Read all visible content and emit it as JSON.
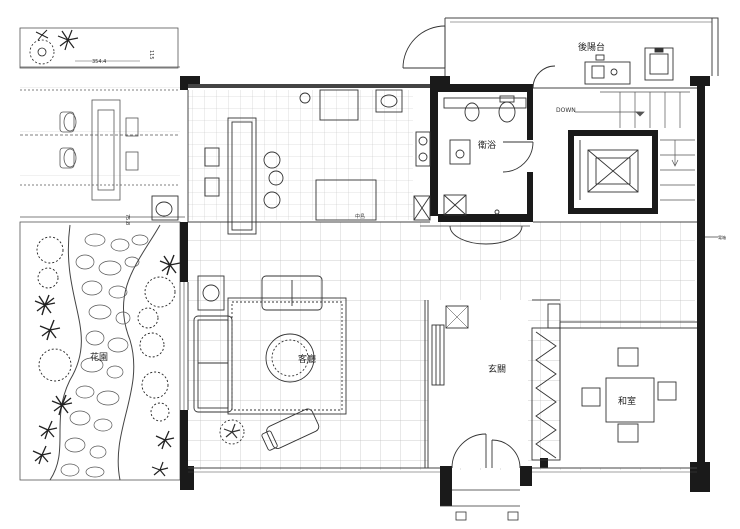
{
  "rooms": {
    "back_balcony": "後陽台",
    "bathroom": "衛浴",
    "garden": "花園",
    "living": "客廳",
    "entrance": "玄關",
    "japanese_room": "和室",
    "partition": "中島"
  },
  "annotations": {
    "down": "DOWN",
    "dim_top": "354.4",
    "dim_side": "115",
    "dim_mid": "75.8",
    "panel_label": "電箱"
  },
  "colors": {
    "wall": "#1a1a1a",
    "line": "#444444",
    "grid": "#bbbbbb",
    "plant": "#222222"
  }
}
